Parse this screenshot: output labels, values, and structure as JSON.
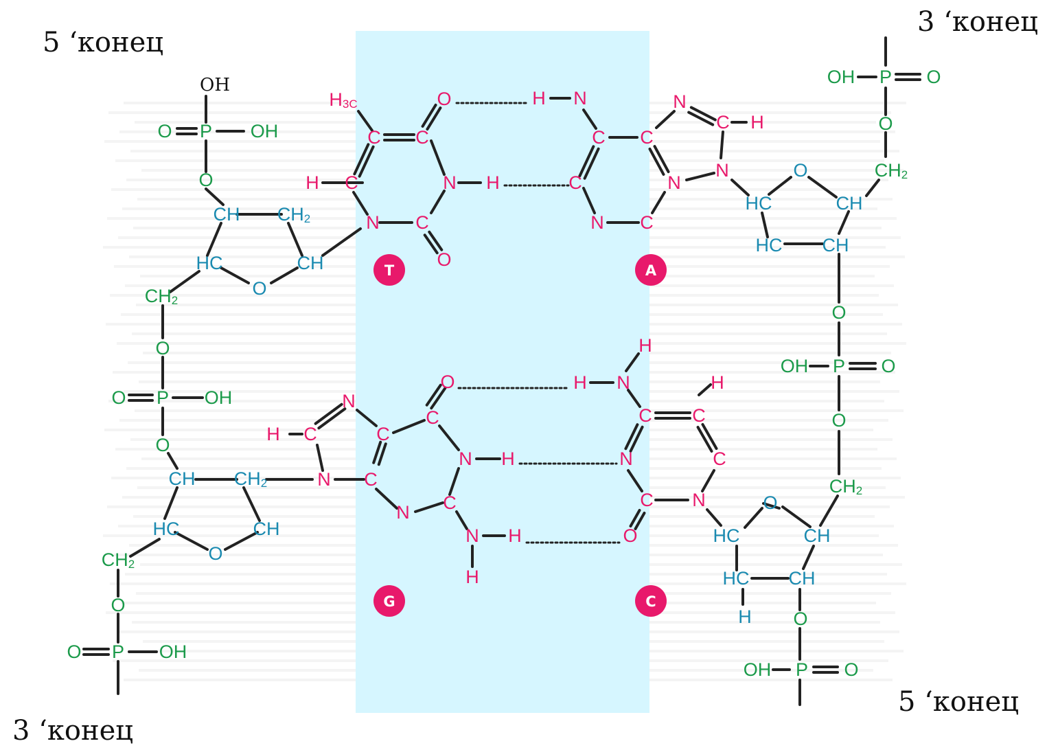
{
  "labels": {
    "five_end_top_left": "5 ‘конец",
    "three_end_top_right": "3 ‘конец",
    "five_end_bottom_right": "5 ‘конец",
    "three_end_bottom_left": "3 ‘конец",
    "oh_top": "OH"
  },
  "bases": {
    "thymine": "T",
    "adenine": "A",
    "guanine": "G",
    "cytosine": "C"
  },
  "colors": {
    "base_atoms": "#e8196b",
    "backbone_phosphate": "#1b9a4a",
    "sugar_atoms": "#1a8ab0",
    "bonds": "#222222",
    "center_panel": "#d6f6ff",
    "background_stripes": "#ececec"
  }
}
